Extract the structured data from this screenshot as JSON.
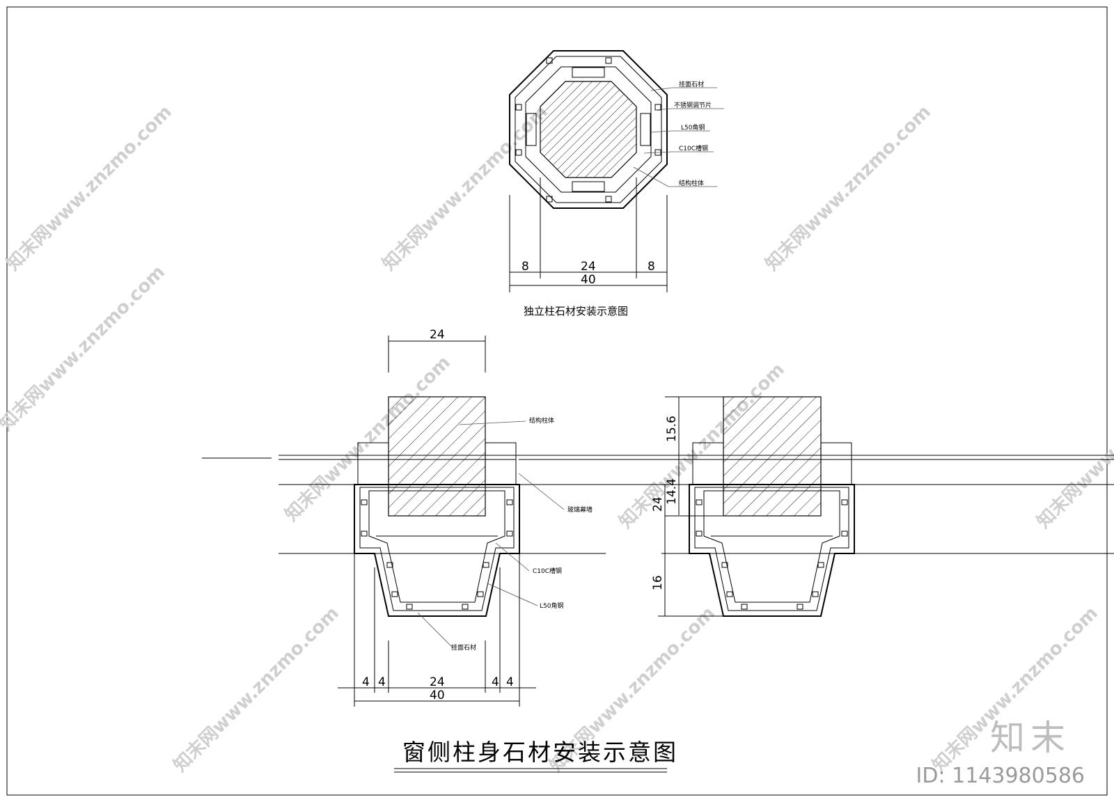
{
  "top_view": {
    "caption": "独立柱石材安装示意图",
    "labels": [
      "挂面石材",
      "不锈钢调节片",
      "L50角钢",
      "C10C槽钢",
      "结构柱体"
    ],
    "dims": {
      "left": "8",
      "middle": "24",
      "right": "8",
      "total": "40"
    }
  },
  "section_view": {
    "caption": "窗侧柱身石材安装示意图",
    "labels": [
      "结构柱体",
      "玻璃幕墙",
      "C10C槽钢",
      "L50角钢",
      "挂面石材"
    ],
    "top_dim": "24",
    "bottom_dims": [
      "4",
      "4",
      "24",
      "4",
      "4"
    ],
    "bottom_total": "40",
    "right_dims": [
      "15.6",
      "14.4",
      "24",
      "16"
    ]
  },
  "watermark": {
    "text": "知末网www.znzmo.com"
  },
  "brand": {
    "logo_text": "知末",
    "id_text": "ID: 1143980586"
  }
}
